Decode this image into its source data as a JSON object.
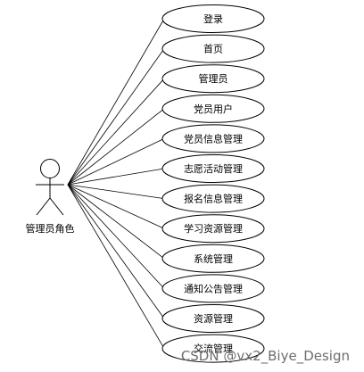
{
  "actor": {
    "label": "管理员角色"
  },
  "use_cases": [
    "登录",
    "首页",
    "管理员",
    "党员用户",
    "党员信息管理",
    "志愿活动管理",
    "报名信息管理",
    "学习资源管理",
    "系统管理",
    "通知公告管理",
    "资源管理",
    "交流管理"
  ],
  "watermark": "CSDN @vx2_Biye_Design"
}
